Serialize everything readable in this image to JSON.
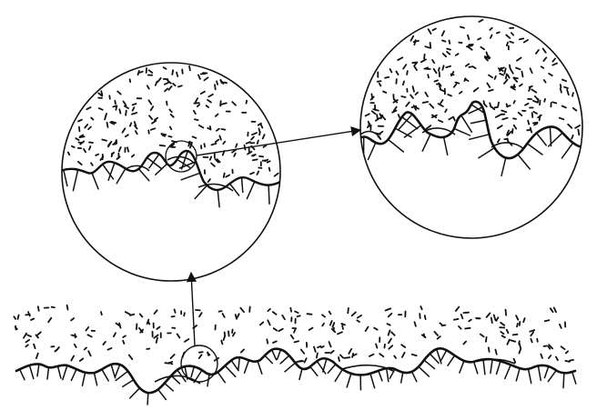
{
  "diagram": {
    "colors": {
      "ink": "#111111",
      "background": "#ffffff"
    },
    "views": [
      {
        "name": "surface-profile",
        "magnification_level": 1
      },
      {
        "name": "first-magnified-view",
        "magnification_level": 2
      },
      {
        "name": "second-magnified-view",
        "magnification_level": 3
      }
    ],
    "connectors": [
      {
        "from": "surface-profile",
        "to": "first-magnified-view"
      },
      {
        "from": "first-magnified-view",
        "to": "second-magnified-view"
      }
    ]
  }
}
